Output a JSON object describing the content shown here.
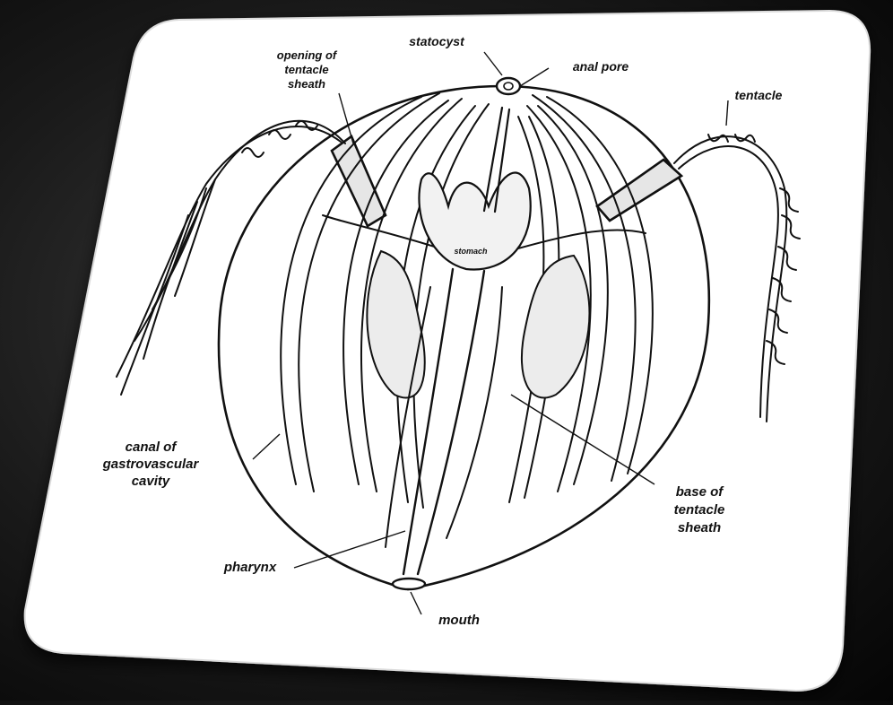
{
  "diagram": {
    "labels": {
      "opening": [
        "opening of",
        "tentacle",
        "sheath"
      ],
      "statocyst": "statocyst",
      "anal_pore": "anal pore",
      "tentacle": "tentacle",
      "stomach": "stomach",
      "canal": [
        "canal of",
        "gastrovascular",
        "cavity"
      ],
      "base": [
        "base of",
        "tentacle",
        "sheath"
      ],
      "pharynx": "pharynx",
      "mouth": "mouth"
    }
  },
  "colors": {
    "card": "#ffffff",
    "ink": "#111111",
    "background": "#1a1a1a"
  }
}
